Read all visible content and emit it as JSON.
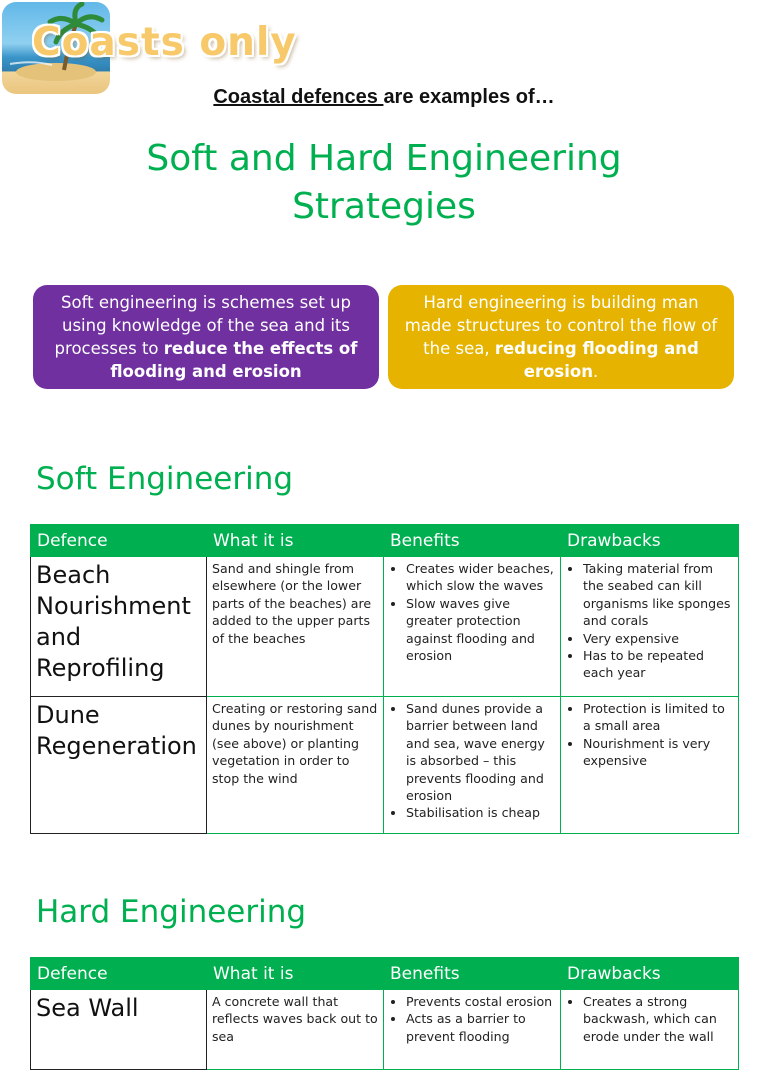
{
  "logo": {
    "title": "Coasts only",
    "palm_icon": "palm-tree-icon"
  },
  "intro": {
    "underlined": "Coastal defences ",
    "rest": "are examples of…"
  },
  "title": {
    "line1": "Soft and Hard Engineering",
    "line2": "Strategies"
  },
  "soft_box": {
    "text": "Soft engineering is schemes set up using knowledge of the sea and its processes to ",
    "bold": "reduce the effects of flooding and erosion",
    "color": "#7030a0"
  },
  "hard_box": {
    "text": "Hard engineering is building man made structures to control the flow of the sea, ",
    "bold": "reducing flooding and erosion",
    "end": ".",
    "color": "#e6b300"
  },
  "accent_color": "#00b050",
  "soft": {
    "heading": "Soft Engineering",
    "headers": [
      "Defence",
      "What it is",
      "Benefits",
      "Drawbacks"
    ],
    "rows": [
      {
        "name": "Beach Nourishment and Reprofiling",
        "what": "Sand and shingle from elsewhere (or the lower parts of the beaches) are added to the upper parts of the beaches",
        "benefits": [
          "Creates wider beaches, which slow the waves",
          "Slow waves give greater protection against flooding and erosion"
        ],
        "drawbacks": [
          "Taking material from the seabed can kill organisms like sponges and corals",
          "Very expensive",
          "Has to be repeated each year"
        ]
      },
      {
        "name": "Dune Regeneration",
        "what": "Creating or restoring sand dunes by nourishment (see above) or planting vegetation in order to stop the wind",
        "benefits": [
          "Sand dunes provide a barrier between land and sea, wave energy is absorbed – this prevents flooding and erosion",
          "Stabilisation is cheap"
        ],
        "drawbacks": [
          "Protection is limited to a small area",
          "Nourishment is very expensive"
        ]
      }
    ]
  },
  "hard": {
    "heading": "Hard Engineering",
    "headers": [
      "Defence",
      "What it is",
      "Benefits",
      "Drawbacks"
    ],
    "rows": [
      {
        "name": "Sea Wall",
        "what": "A concrete wall that reflects waves back out to sea",
        "benefits": [
          "Prevents costal erosion",
          "Acts as a barrier to prevent flooding"
        ],
        "drawbacks": [
          "Creates a strong backwash, which can erode under the wall"
        ]
      }
    ]
  }
}
